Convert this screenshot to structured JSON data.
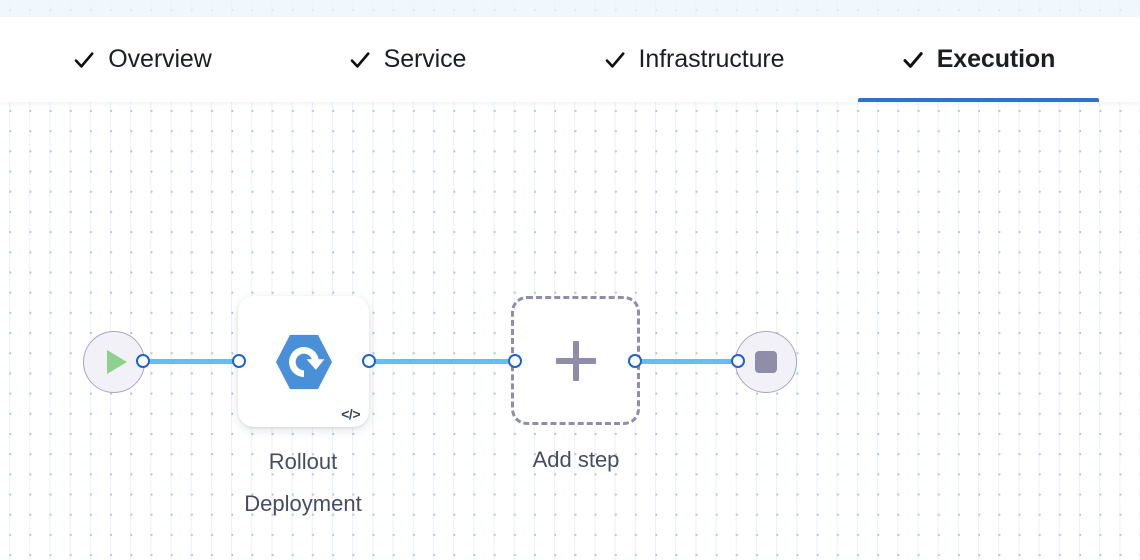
{
  "app": {
    "accent_blue": "#2f72ce",
    "edge_blue": "#62c0ee",
    "handle_blue": "#1b63d4",
    "node_gray": "#8f8da7",
    "play_green": "#8ed18c",
    "logo_blue": "#4a90d9",
    "canvas_bg": "#ffffff",
    "grid_dot": "#b9c0cb"
  },
  "tabs": [
    {
      "label": "Overview",
      "icon": "check-icon",
      "state": "complete",
      "active": false
    },
    {
      "label": "Service",
      "icon": "check-icon",
      "state": "complete",
      "active": false
    },
    {
      "label": "Infrastructure",
      "icon": "check-icon",
      "state": "complete",
      "active": false
    },
    {
      "label": "Execution",
      "icon": "check-icon",
      "state": "complete",
      "active": true
    }
  ],
  "pipeline": {
    "start_node": {
      "name": "start",
      "icon": "play-icon"
    },
    "end_node": {
      "name": "end",
      "icon": "stop-icon"
    },
    "steps": [
      {
        "label": "Rollout\nDeployment",
        "icon": "rollout-hexagon-icon",
        "badge": "</>",
        "badge_name": "code-icon"
      }
    ],
    "add_step": {
      "label": "Add step",
      "icon": "plus-icon"
    }
  }
}
